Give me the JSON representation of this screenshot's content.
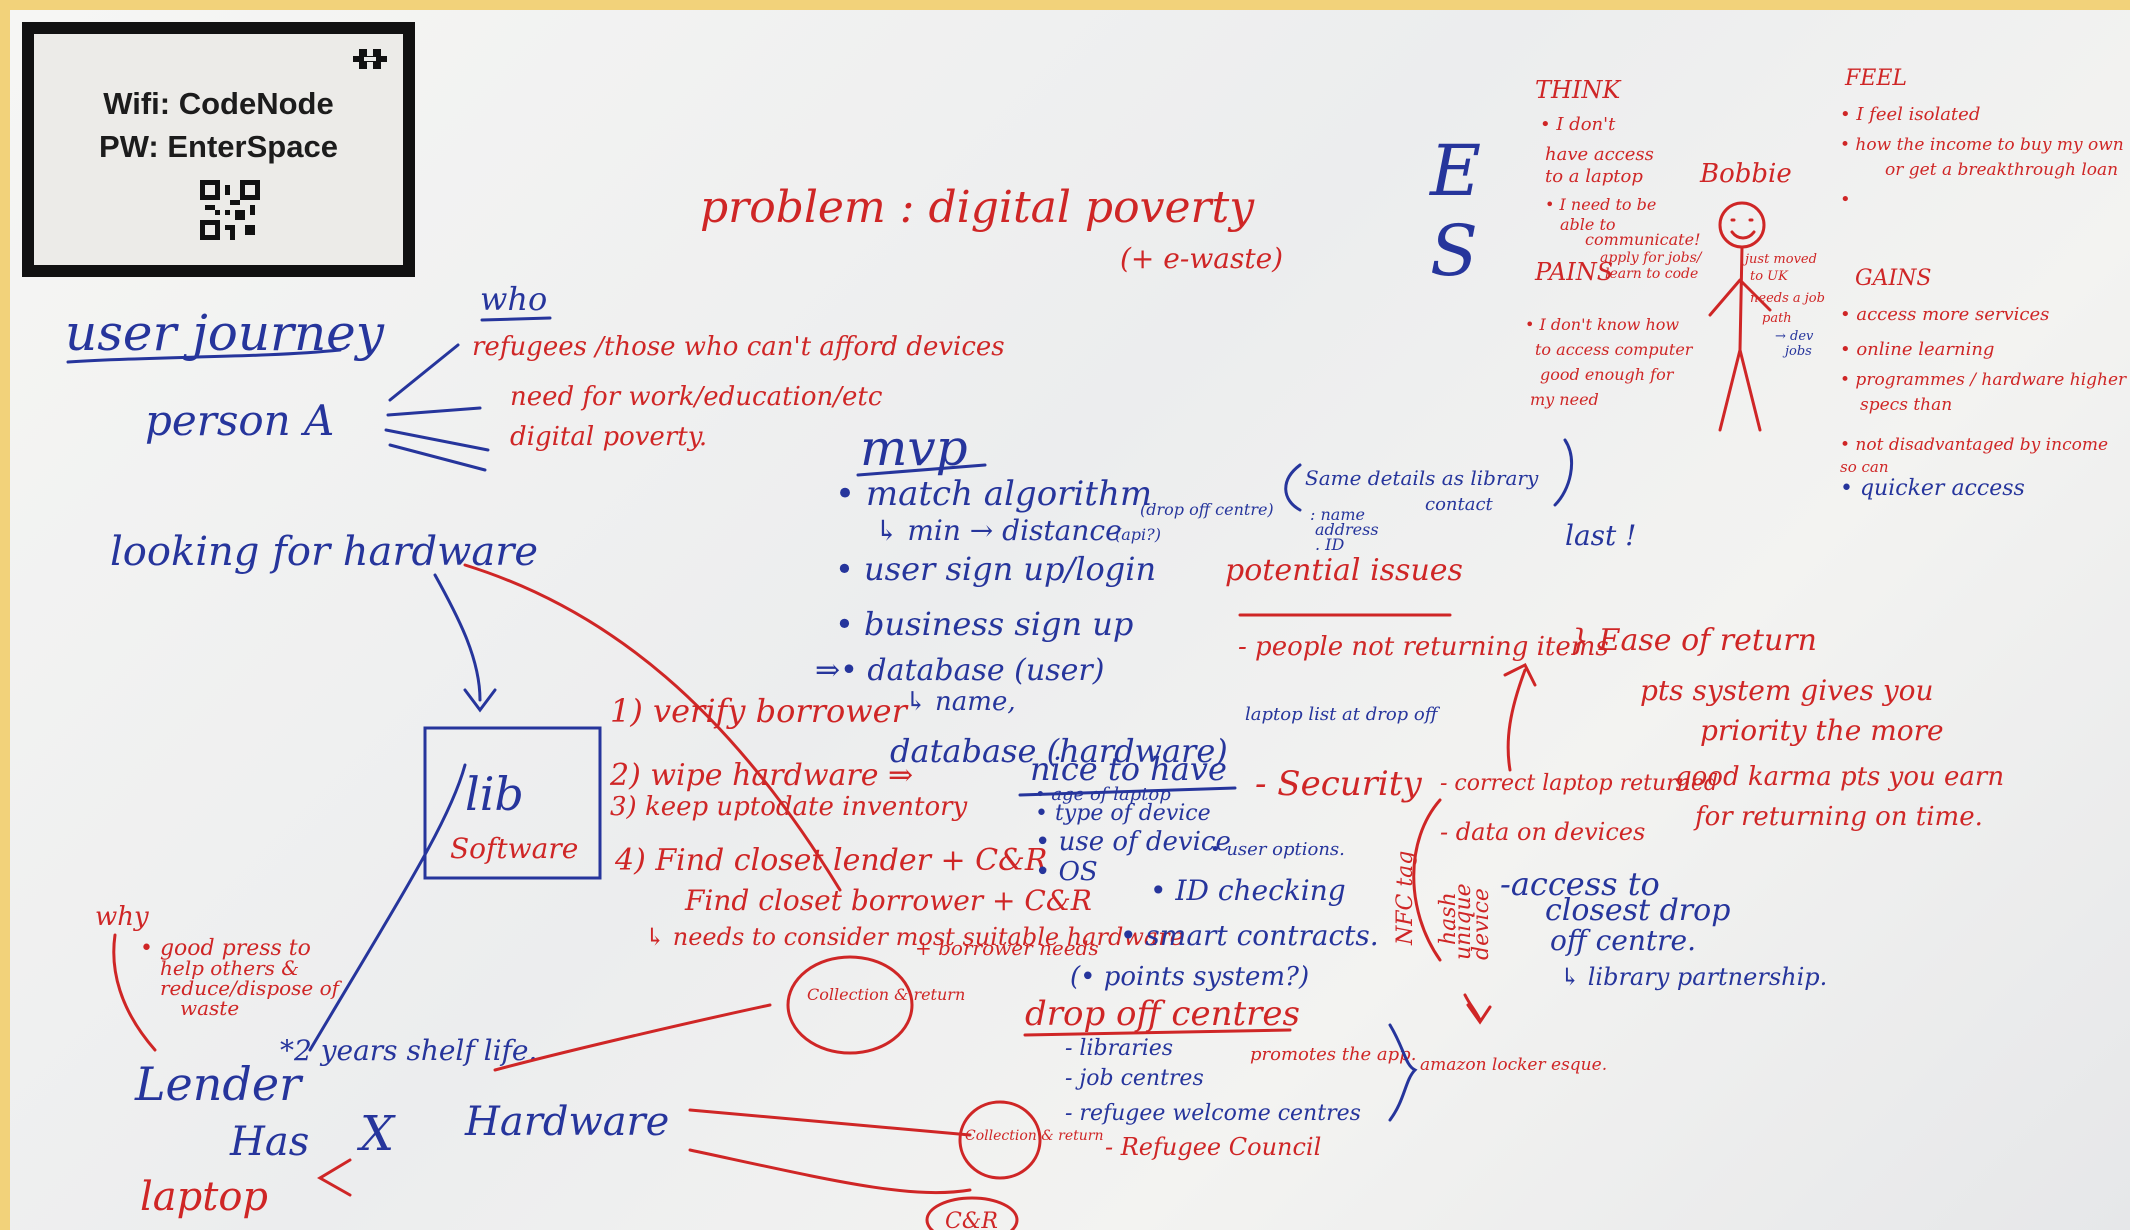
{
  "wifi": {
    "line1": "Wifi: CodeNode",
    "line2": "PW: EnterSpace"
  },
  "problem": {
    "title": "problem : digital poverty",
    "sub": "(+ e-waste)"
  },
  "journey": {
    "title": "user journey",
    "person": "person A",
    "who": "who",
    "who_items": [
      "refugees /those who can't afford devices",
      "need for work/education/etc",
      "digital poverty."
    ],
    "looking": "looking for hardware",
    "lib1": "lib",
    "lib2": "Software"
  },
  "mvp": {
    "title": "mvp",
    "items": [
      "• match algorithm",
      "↳ min → distance",
      "• user sign up/login",
      "• business sign up",
      "⇒• database (user)",
      "↳ name,"
    ],
    "note_dist": "(drop off centre)",
    "note_api": "(api?)"
  },
  "same_details": {
    "header": "Same details as library",
    "contact": "contact",
    "fields": [
      ": name",
      "address",
      ". ID"
    ],
    "last": "last !"
  },
  "issues": {
    "title": "potential issues",
    "item": "- people not returning items",
    "ease": "} Ease of return",
    "pts": [
      "pts system gives you",
      "priority the more",
      "good karma pts you earn",
      "for returning on time."
    ]
  },
  "steps": [
    "1) verify borrower",
    "2) wipe hardware ⇒",
    "3) keep uptodate inventory",
    "4) Find closet lender + C&R",
    "Find closet borrower + C&R",
    "↳ needs to consider most suitable hardware",
    "+ borrower needs"
  ],
  "database_hw": "database (hardware)",
  "laptop_list": "laptop list at drop off",
  "nice": {
    "title": "nice to have",
    "items": [
      "• age of laptop",
      "• type of device",
      "• use of device",
      "• user options.",
      "• OS",
      "• ID checking",
      "• smart contracts.",
      "(• points system?)"
    ]
  },
  "security": {
    "title": "- Security",
    "items": [
      "- correct laptop returned",
      "- data on devices"
    ]
  },
  "access": [
    "-access to",
    "closest drop",
    "off centre.",
    "↳ library partnership."
  ],
  "vertical": [
    "NFC tag",
    "hash",
    "device",
    "unique"
  ],
  "drop": {
    "title": "drop off centres",
    "items": [
      "- libraries",
      "- job centres",
      "- refugee welcome centres",
      "- Refugee Council"
    ],
    "promote": "promotes the app.",
    "amazon": "amazon locker esque."
  },
  "why": {
    "title": "why",
    "items": [
      "• good press to",
      "help others &",
      "reduce/dispose of",
      "waste"
    ]
  },
  "lender": {
    "title": "Lender",
    "shelf": "*2 years shelf life.",
    "has": "Has",
    "laptop": "laptop",
    "x": "X",
    "hardware": "Hardware",
    "cr1": "Collection & return",
    "cr2": "Collection & return",
    "cr3": "C&R"
  },
  "empathy": {
    "e": "E",
    "s": "S",
    "think_title": "THINK",
    "think_items": [
      "• I don't",
      "have access",
      "to a laptop",
      "• I need to be",
      "able to",
      "communicate!",
      "apply for jobs/",
      "learn to code"
    ],
    "feel_title": "FEEL",
    "feel_items": [
      "• I feel isolated",
      "• how the income to buy my own",
      "or get a breakthrough loan",
      "•"
    ],
    "name": "Bobbie",
    "bobbie_notes": [
      "just moved",
      "to UK",
      "needs a job",
      "path",
      "→ dev",
      "jobs"
    ],
    "pains_title": "PAINS",
    "pains_items": [
      "• I don't know how",
      "to access computer",
      "good enough for",
      "my need"
    ],
    "gains_title": "GAINS",
    "gains_items": [
      "• access more services",
      "• online learning",
      "• programmes / hardware higher",
      "specs than",
      "• not disadvantaged by income",
      "so can",
      "• quicker access"
    ]
  },
  "colors": {
    "blue_marker": "#26359c",
    "red_marker": "#cf2626",
    "frame": "#f2d27a"
  }
}
